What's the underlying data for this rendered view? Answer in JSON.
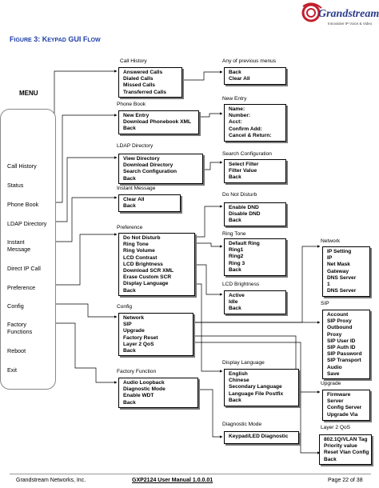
{
  "header": {
    "logo_text": "Grandstream",
    "logo_tagline": "Innovative IP Voice & Video",
    "figure_prefix": "F",
    "figure_prefix_sc": "IGURE",
    "figure_num": "3: K",
    "figure_mid_sc": "EYPAD",
    "figure_mid": " GUI F",
    "figure_end_sc": "LOW"
  },
  "menu": {
    "label": "MENU",
    "items": [
      "Call History",
      "Status",
      "Phone Book",
      "LDAP Directory",
      "Instant\nMessage",
      "Direct IP Call",
      "Preference",
      "Config",
      "Factory\nFunctions",
      "Reboot",
      "Exit"
    ]
  },
  "sections": {
    "call_history": {
      "title": "Call History",
      "lines": [
        "Answered Calls",
        "Dialed Calls",
        "Missed Calls",
        "Transferred Calls"
      ]
    },
    "prev_menus": {
      "title": "Any of previous menus",
      "lines": [
        "Back",
        "Clear All"
      ]
    },
    "phone_book": {
      "title": "Phone Book",
      "lines": [
        "New Entry",
        "Download Phonebook XML",
        "Back"
      ]
    },
    "new_entry": {
      "title": "New Entry",
      "lines": [
        "Name:",
        "Number:",
        "Acct:",
        "Confirm Add:",
        "Cancel & Return:"
      ]
    },
    "ldap": {
      "title": "LDAP Directory",
      "lines": [
        "View Directory",
        "Download Directory",
        "Search Configuration",
        "Back"
      ]
    },
    "search_config": {
      "title": "Search Configuration",
      "lines": [
        "Select Filter",
        "Filter Value",
        "Back"
      ]
    },
    "instant_message": {
      "title": "Instant Message",
      "lines": [
        "Clear All",
        "Back"
      ]
    },
    "dnd": {
      "title": "Do Not Disturb",
      "lines": [
        "Enable DND",
        "Disable DND",
        "Back"
      ]
    },
    "preference": {
      "title": "Preference",
      "lines": [
        "Do Not Disturb",
        "Ring Tone",
        "Ring Volume",
        "LCD Contrast",
        "LCD Brightness",
        "Download SCR XML",
        "Erase Custom SCR",
        "Display Language",
        "Back"
      ]
    },
    "ring_tone": {
      "title": "Ring Tone",
      "lines": [
        "Default Ring",
        "Ring1",
        "Ring2",
        "Ring 3",
        "Back"
      ]
    },
    "network": {
      "title": "Network",
      "lines": [
        "IP Setting",
        "IP",
        "Net Mask",
        "Gateway",
        "DNS Server",
        "1",
        "DNS Server"
      ]
    },
    "lcd_brightness": {
      "title": "LCD Brightness",
      "lines": [
        "Active",
        "Idle",
        "Back"
      ]
    },
    "config": {
      "title": "Config",
      "lines": [
        "Network",
        "SIP",
        "Upgrade",
        "Factory Reset",
        "Layer 2 QoS",
        "Back"
      ]
    },
    "sip": {
      "title": "SIP",
      "lines": [
        "Account",
        "SIP Proxy",
        "Outbound",
        "Proxy",
        "SIP User ID",
        "SIP Auth ID",
        "SIP Password",
        "SIP Transport",
        "Audio",
        "Save"
      ]
    },
    "display_language": {
      "title": "Display Language",
      "lines": [
        "English",
        "Chinese",
        "Secondary Language",
        "Language File Postfix",
        "Back"
      ]
    },
    "factory_function": {
      "title": "Factory Function",
      "lines": [
        "Audio Loopback",
        "Diagnostic Mode",
        "Enable WDT",
        "Back"
      ]
    },
    "upgrade": {
      "title": "Upgrade",
      "lines": [
        "Firmware",
        "Server",
        "Config Server",
        "Upgrade Via"
      ]
    },
    "diagnostic_mode": {
      "title": "Diagnostic Mode",
      "lines": [
        "Keypad/LED Diagnostic"
      ]
    },
    "layer2": {
      "title": "Layer 2 QoS",
      "lines": [
        "802.1Q/VLAN Tag",
        "Priority value",
        "Reset Vlan Config",
        "Back"
      ]
    }
  },
  "footer": {
    "left": "Grandstream Networks, Inc.",
    "center": "GXP2124 User Manual  1.0.0.01",
    "right": "Page 22 of 38"
  }
}
